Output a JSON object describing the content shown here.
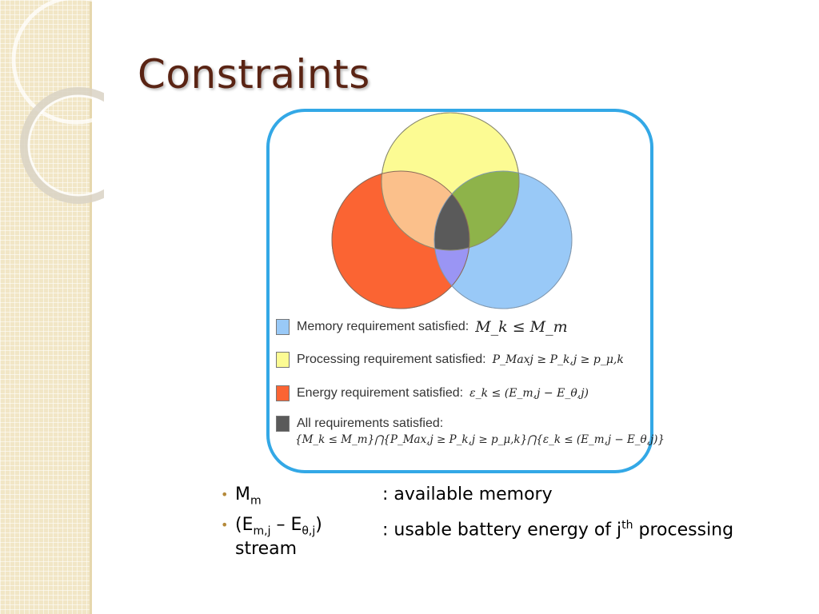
{
  "slide": {
    "title": "Constraints"
  },
  "theme": {
    "title_color": "#5a2414",
    "frame_color": "#33a8e6",
    "memory_color": "#99c9f7",
    "processing_color": "#fcfb93",
    "energy_color": "#fb6433",
    "all_color": "#5a5a5a"
  },
  "legend": {
    "memory": {
      "label": "Memory requirement satisfied:",
      "formula": "M_k ≤ M_m"
    },
    "processing": {
      "label": "Processing requirement satisfied:",
      "formula": "P_Maxj ≥ P_k,j ≥ p_μ,k"
    },
    "energy": {
      "label": "Energy requirement  satisfied:",
      "formula": "ε_k ≤ (E_m,j − E_θ,j)"
    },
    "all": {
      "label": "All requirements satisfied:",
      "formula": "{M_k ≤ M_m}⋂{P_Max,j ≥ P_k,j ≥ p_μ,k}⋂{ε_k ≤ (E_m,j − E_θ,j)}"
    }
  },
  "notes": [
    {
      "term_main": "M",
      "term_sub": "m",
      "definition": ": available memory"
    },
    {
      "term_open": "(E",
      "term_sub1": "m,j",
      "term_mid": " – E",
      "term_sub2": "θ,j",
      "term_close": ")",
      "definition_pre": ": usable battery energy of j",
      "definition_sup": "th",
      "definition_post": " processing",
      "continuation": "stream"
    }
  ]
}
